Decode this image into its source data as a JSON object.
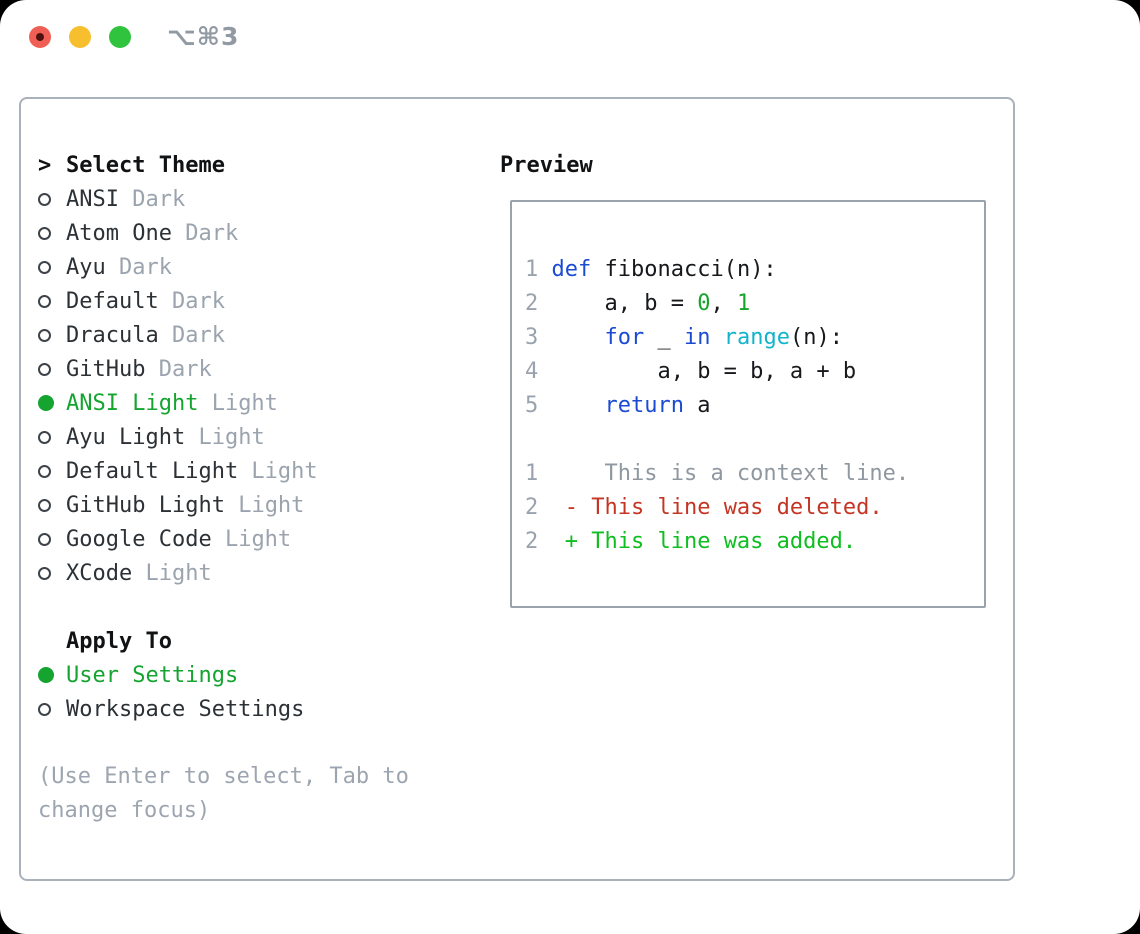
{
  "window": {
    "shortcut": "⌥⌘3"
  },
  "colors": {
    "accent_green": "#16a431",
    "added_green": "#0fbe20",
    "deleted_red": "#c53524",
    "keyword_blue": "#1b4bd2",
    "builtin_cyan": "#12b4cc",
    "number_green": "#16a52c",
    "muted_gray": "#9ba4ae",
    "context_gray": "#8f98a1",
    "line_number_gray": "#9aa3ad",
    "help_gray": "#9ca5b0",
    "text_dark": "#26292e",
    "panel_border": "#a9b1ba",
    "preview_border": "#9aa2ab",
    "traffic_red": "#f05f56",
    "traffic_yellow": "#f7bf2d",
    "traffic_green": "#2fc33e"
  },
  "theme_list": {
    "header": "Select Theme",
    "prompt": ">",
    "items": [
      {
        "name": "ANSI",
        "tag": "Dark",
        "selected": false
      },
      {
        "name": "Atom One",
        "tag": "Dark",
        "selected": false
      },
      {
        "name": "Ayu",
        "tag": "Dark",
        "selected": false
      },
      {
        "name": "Default",
        "tag": "Dark",
        "selected": false
      },
      {
        "name": "Dracula",
        "tag": "Dark",
        "selected": false
      },
      {
        "name": "GitHub",
        "tag": "Dark",
        "selected": false
      },
      {
        "name": "ANSI Light",
        "tag": "Light",
        "selected": true
      },
      {
        "name": "Ayu Light",
        "tag": "Light",
        "selected": false
      },
      {
        "name": "Default Light",
        "tag": "Light",
        "selected": false
      },
      {
        "name": "GitHub Light",
        "tag": "Light",
        "selected": false
      },
      {
        "name": "Google Code",
        "tag": "Light",
        "selected": false
      },
      {
        "name": "XCode",
        "tag": "Light",
        "selected": false
      }
    ]
  },
  "apply_to": {
    "header": "Apply To",
    "options": [
      {
        "label": "User Settings",
        "selected": true
      },
      {
        "label": "Workspace Settings",
        "selected": false
      }
    ]
  },
  "help": {
    "text": "(Use Enter to select, Tab to change focus)"
  },
  "preview": {
    "header": "Preview",
    "code_lines": [
      {
        "num": "1",
        "tokens": [
          [
            "def",
            "kw"
          ],
          [
            " fibonacci(n):",
            "plain"
          ]
        ]
      },
      {
        "num": "2",
        "tokens": [
          [
            "    a, b = ",
            "plain"
          ],
          [
            "0",
            "num"
          ],
          [
            ", ",
            "plain"
          ],
          [
            "1",
            "num"
          ]
        ]
      },
      {
        "num": "3",
        "tokens": [
          [
            "    ",
            "plain"
          ],
          [
            "for",
            "kw"
          ],
          [
            " _ ",
            "plain"
          ],
          [
            "in",
            "kw"
          ],
          [
            " ",
            "plain"
          ],
          [
            "range",
            "builtin"
          ],
          [
            "(n):",
            "plain"
          ]
        ]
      },
      {
        "num": "4",
        "tokens": [
          [
            "        a, b = b, a + b",
            "plain"
          ]
        ]
      },
      {
        "num": "5",
        "tokens": [
          [
            "    ",
            "plain"
          ],
          [
            "return",
            "kw"
          ],
          [
            " a",
            "plain"
          ]
        ]
      }
    ],
    "diff_lines": [
      {
        "num": "1",
        "marker": "",
        "text": "This is a context line.",
        "kind": "context"
      },
      {
        "num": "2",
        "marker": "-",
        "text": "This line was deleted.",
        "kind": "deleted"
      },
      {
        "num": "2",
        "marker": "+",
        "text": "This line was added.",
        "kind": "added"
      }
    ]
  }
}
